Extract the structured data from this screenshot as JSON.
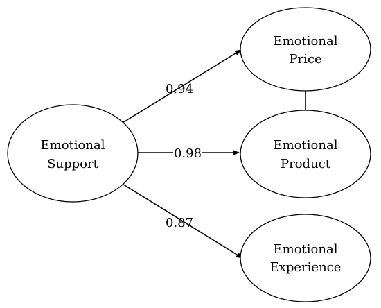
{
  "nodes": {
    "support": {
      "line1": "Emotional",
      "line2": "Support"
    },
    "price": {
      "line1": "Emotional",
      "line2": "Price"
    },
    "product": {
      "line1": "Emotional",
      "line2": "Product"
    },
    "experience": {
      "line1": "Emotional",
      "line2": "Experience"
    }
  },
  "edges": {
    "support_price": {
      "label": "0.94"
    },
    "support_product": {
      "label": "0.98"
    },
    "support_experience": {
      "label": "0.87"
    }
  }
}
